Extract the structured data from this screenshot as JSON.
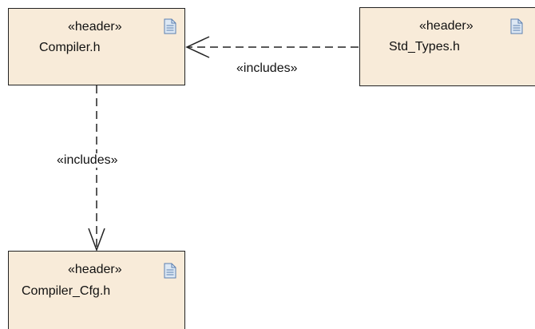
{
  "nodes": {
    "compiler": {
      "stereotype": "«header»",
      "name": "Compiler.h",
      "icon": "document-icon"
    },
    "std_types": {
      "stereotype": "«header»",
      "name": "Std_Types.h",
      "icon": "document-icon"
    },
    "compiler_cfg": {
      "stereotype": "«header»",
      "name": "Compiler_Cfg.h",
      "icon": "document-icon"
    }
  },
  "edges": {
    "std_types_to_compiler": {
      "label": "«includes»",
      "from": "Std_Types.h",
      "to": "Compiler.h",
      "style": "dashed",
      "arrow": "open"
    },
    "compiler_to_compiler_cfg": {
      "label": "«includes»",
      "from": "Compiler.h",
      "to": "Compiler_Cfg.h",
      "style": "dashed",
      "arrow": "open"
    }
  },
  "colors": {
    "node_fill": "#f8ebd9",
    "node_border": "#222222",
    "edge": "#222222",
    "icon_fill": "#dde8f4",
    "icon_stroke": "#5b7fb0"
  }
}
